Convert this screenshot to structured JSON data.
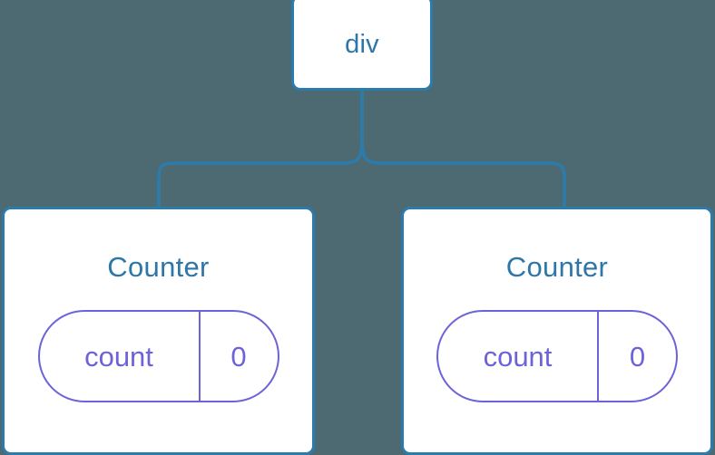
{
  "diagram": {
    "title": "",
    "background_color": "#4d6a72",
    "node_border_color": "#2b7cad",
    "node_title_color": "#2d76a8",
    "state_accent_color": "#6c63d8",
    "connector_color": "#2b7cad",
    "root": {
      "label": "div"
    },
    "children": [
      {
        "label": "Counter",
        "state": {
          "key": "count",
          "value": "0"
        }
      },
      {
        "label": "Counter",
        "state": {
          "key": "count",
          "value": "0"
        }
      }
    ]
  }
}
